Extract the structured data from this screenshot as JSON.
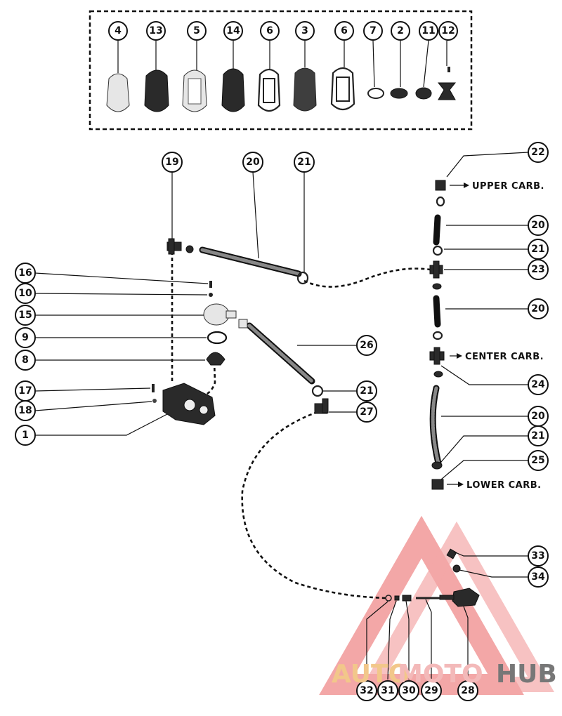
{
  "callouts": [
    "4",
    "13",
    "5",
    "14",
    "6",
    "3",
    "6",
    "7",
    "2",
    "11",
    "12",
    "19",
    "20",
    "21",
    "22",
    "20",
    "21",
    "23",
    "20",
    "16",
    "10",
    "15",
    "9",
    "8",
    "26",
    "24",
    "17",
    "18",
    "1",
    "21",
    "27",
    "20",
    "21",
    "25",
    "33",
    "34",
    "32",
    "31",
    "30",
    "29",
    "28"
  ],
  "destinations": {
    "upper": "UPPER CARB.",
    "center": "CENTER CARB.",
    "lower": "LOWER CARB."
  },
  "watermark": {
    "auto": "AUTO",
    "moto": "MOTO",
    "hub": "HUB",
    "colors": {
      "auto": "#f2c78a",
      "moto": "#f3b9b9",
      "hub": "#777777",
      "logo": "#f08a8a"
    }
  }
}
